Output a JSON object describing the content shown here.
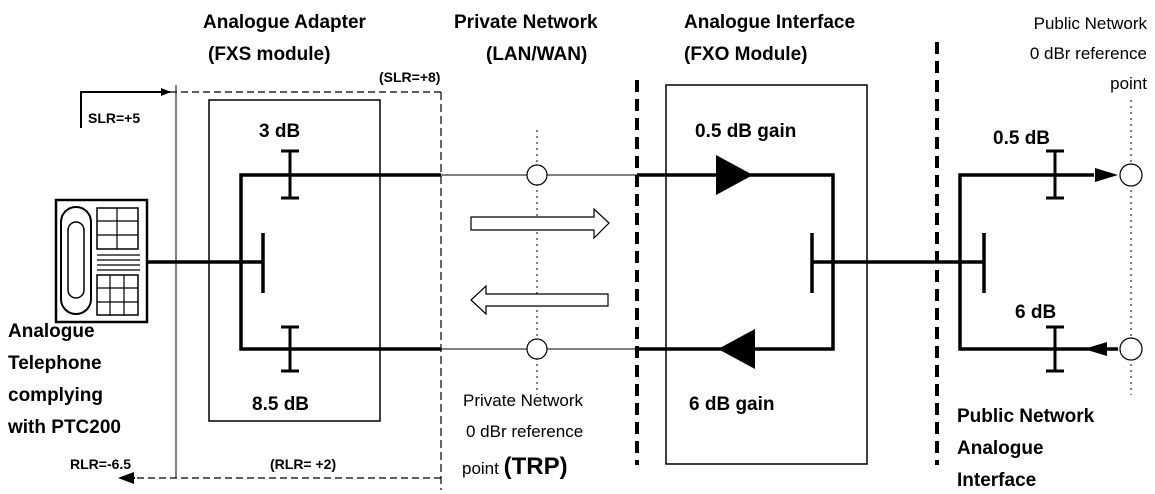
{
  "headers": {
    "adapter_line1": "Analogue Adapter",
    "adapter_line2": "(FXS module)",
    "private_line1": "Private Network",
    "private_line2": "(LAN/WAN)",
    "interface_line1": "Analogue Interface",
    "interface_line2": "(FXO Module)"
  },
  "public_ref": {
    "line1": "Public Network",
    "line2": "0 dBr reference",
    "line3": "point"
  },
  "loudness": {
    "slr_phone": "SLR=+5",
    "slr_adapter": "(SLR=+8)",
    "rlr_phone": "RLR=-6.5",
    "rlr_adapter": "(RLR= +2)"
  },
  "adapter_pads": {
    "send": "3 dB",
    "receive": "8.5 dB"
  },
  "interface_gains": {
    "send": "0.5 dB gain",
    "receive": "6 dB gain"
  },
  "public_pads": {
    "send": "0.5 dB",
    "receive": "6 dB"
  },
  "telephone": {
    "line1": "Analogue",
    "line2": "Telephone",
    "line3": "complying",
    "line4": "with PTC200"
  },
  "private_ref": {
    "line1": "Private Network",
    "line2": "0 dBr reference",
    "line3_prefix": "point ",
    "line3_bold": "(TRP)"
  },
  "public_interface": {
    "line1": "Public Network",
    "line2": "Analogue",
    "line3": "Interface"
  }
}
